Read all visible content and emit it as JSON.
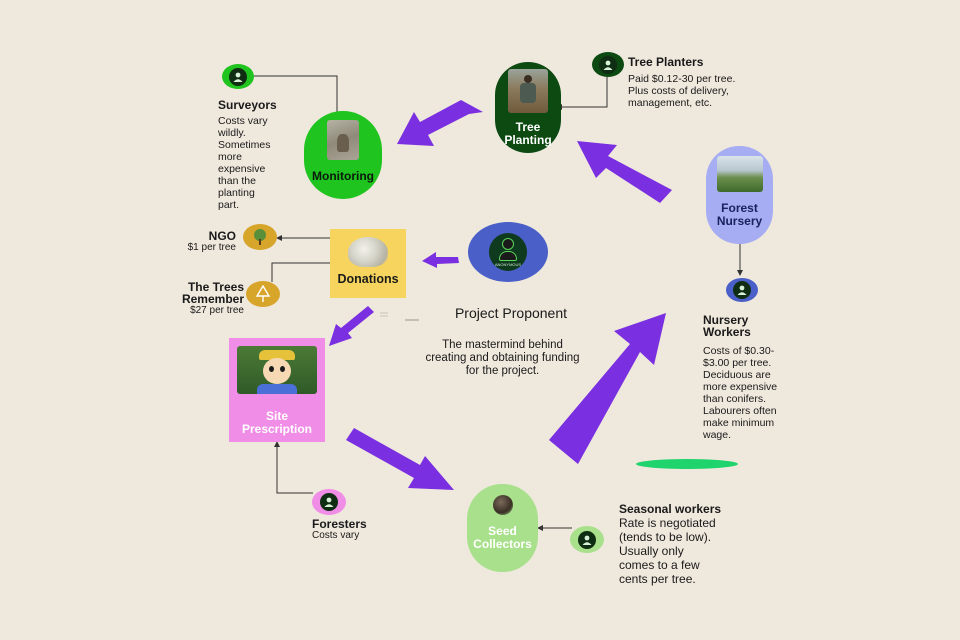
{
  "colors": {
    "background": "#efe8dd",
    "arrow": "#7a2fe0",
    "connector": "#333333",
    "monitoring": "#1fc41f",
    "tree_planting": "#0c4a12",
    "forest_nursery": "#a7adf2",
    "donations": "#f7d45e",
    "project_proponent": "#4a5fc7",
    "site_prescription": "#f08de6",
    "seed_collectors": "#a8e08c",
    "green_bar": "#1fd46c"
  },
  "nodes": {
    "monitoring": {
      "label": "Monitoring"
    },
    "tree_planting": {
      "label_line1": "Tree",
      "label_line2": "Planting"
    },
    "forest_nursery": {
      "label_line1": "Forest",
      "label_line2": "Nursery"
    },
    "donations": {
      "label": "Donations"
    },
    "site_prescription": {
      "label_line1": "Site",
      "label_line2": "Prescription"
    },
    "seed_collectors": {
      "label_line1": "Seed",
      "label_line2": "Collectors"
    },
    "project_proponent": {
      "title": "Project Proponent",
      "desc_line1": "The mastermind behind",
      "desc_line2": "creating and obtaining funding",
      "desc_line3": "for the project.",
      "logo_text": "ANONYMOUS"
    }
  },
  "actors": {
    "surveyors": {
      "title": "Surveyors",
      "lines": [
        "Costs vary",
        "wildly.",
        "Sometimes",
        "more",
        "expensive",
        "than the",
        "planting",
        "part."
      ]
    },
    "tree_planters": {
      "title": "Tree Planters",
      "lines": [
        "Paid $0.12-30 per tree.",
        "Plus costs of delivery,",
        "management, etc."
      ]
    },
    "ngo": {
      "title": "NGO",
      "detail": "$1 per tree"
    },
    "trees_remember": {
      "title_line1": "The Trees",
      "title_line2": "Remember",
      "detail": "$27 per tree"
    },
    "nursery_workers": {
      "title_line1": "Nursery",
      "title_line2": "Workers",
      "lines": [
        "Costs of $0.30-",
        "$3.00 per tree.",
        "Deciduous are",
        "more expensive",
        "than conifers.",
        "Labourers often",
        "make minimum",
        "wage."
      ]
    },
    "foresters": {
      "title": "Foresters",
      "detail": "Costs vary"
    },
    "seasonal_workers": {
      "title": "Seasonal workers",
      "lines": [
        "Rate is negotiated",
        "(tends to be low).",
        "Usually only",
        "comes to a few",
        "cents per tree."
      ]
    }
  },
  "icons": {
    "person": "person-icon",
    "tree": "tree-icon",
    "tree_outline": "tree-outline-icon"
  }
}
